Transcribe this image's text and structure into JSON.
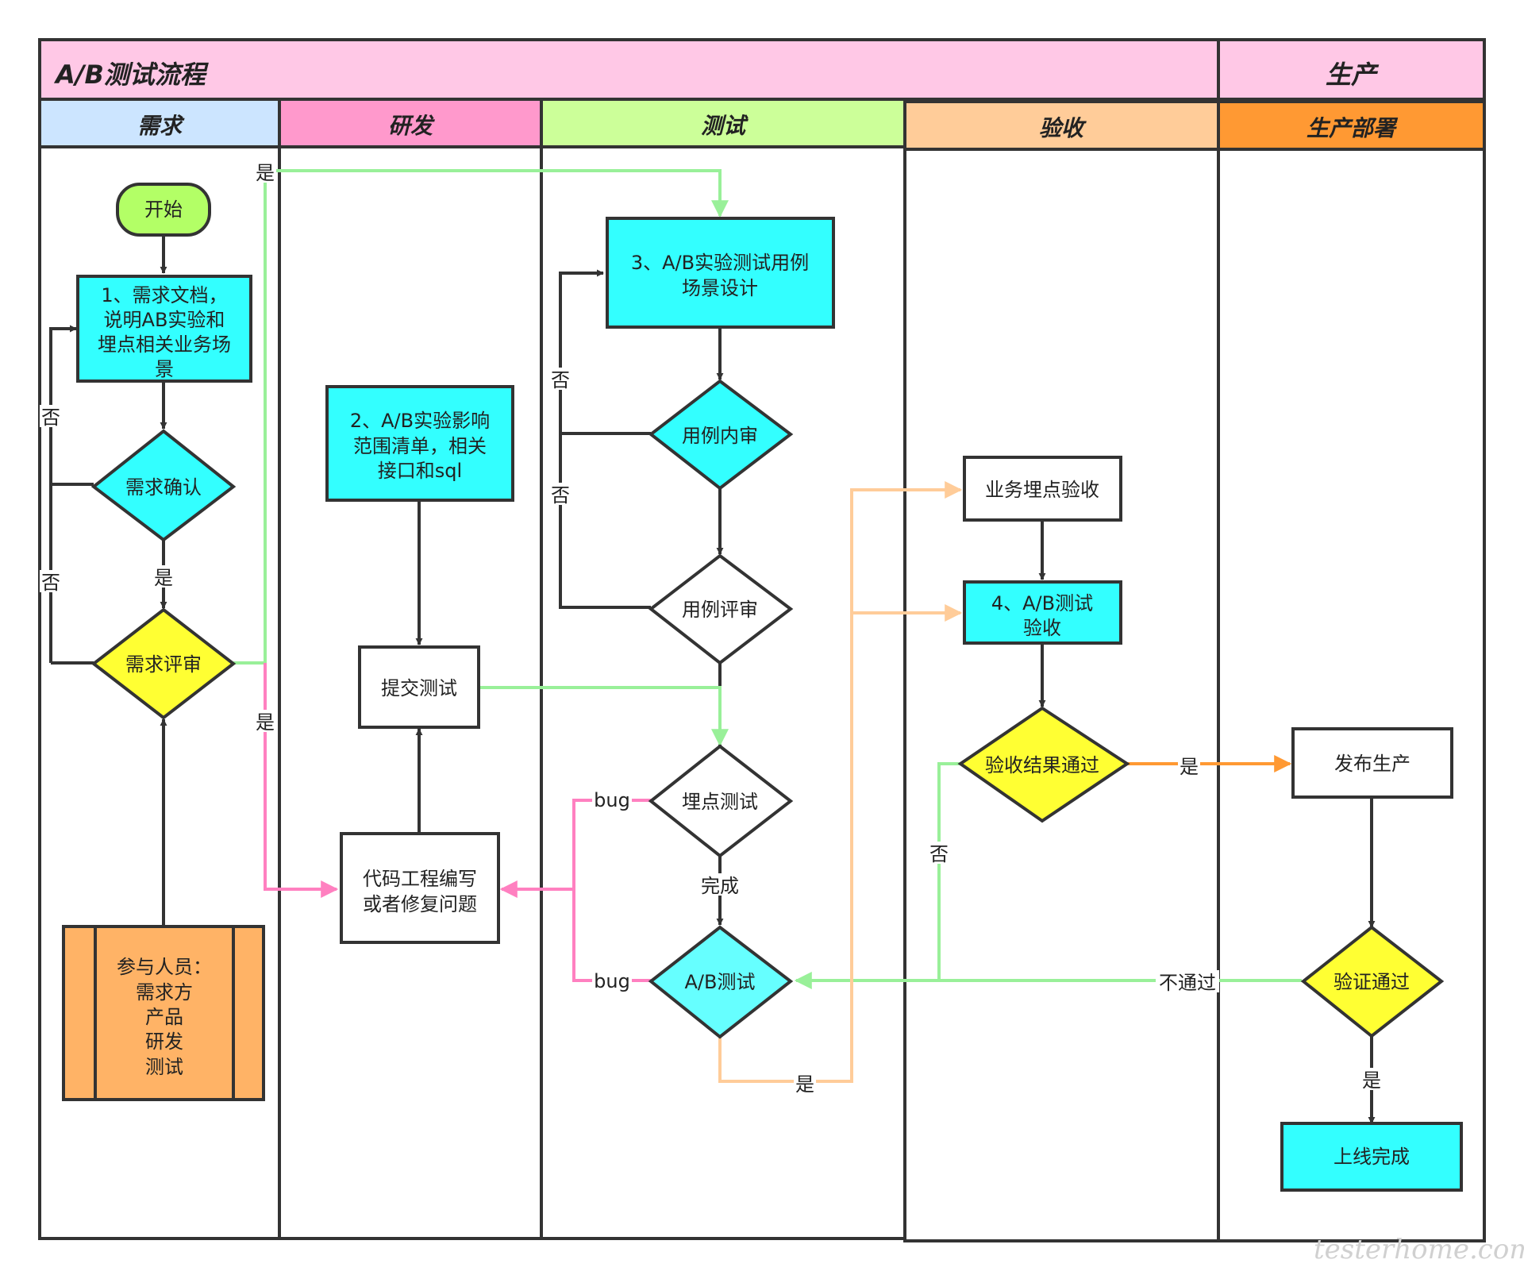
{
  "title": "A/B测试流程",
  "production_header": "生产",
  "lanes": {
    "req": "需求",
    "dev": "研发",
    "test": "测试",
    "accept": "验收",
    "deploy": "生产部署"
  },
  "nodes": {
    "start": "开始",
    "req_doc": [
      "1、需求文档，",
      "说明AB实验和",
      "埋点相关业务场",
      "景"
    ],
    "req_confirm": "需求确认",
    "req_review": "需求评审",
    "participants": [
      "参与人员：",
      "需求方",
      "产品",
      "研发",
      "测试"
    ],
    "dev_scope": [
      "2、A/B实验影响",
      "范围清单，相关",
      "接口和sql"
    ],
    "submit_test": "提交测试",
    "code_fix": [
      "代码工程编写",
      "或者修复问题"
    ],
    "case_design": [
      "3、A/B实验测试用例",
      "场景设计"
    ],
    "case_internal": "用例内审",
    "case_review": "用例评审",
    "tracking_test": "埋点测试",
    "ab_test": "A/B测试",
    "biz_tracking_accept": "业务埋点验收",
    "ab_accept": [
      "4、A/B测试",
      "验收"
    ],
    "accept_pass": "验收结果通过",
    "release": "发布生产",
    "verify_pass": "验证通过",
    "online_done": "上线完成"
  },
  "edges": {
    "yes": "是",
    "no": "否",
    "bug": "bug",
    "done": "完成",
    "not_pass": "不通过"
  },
  "watermark": "testerhome.com",
  "colors": {
    "title_bar": "#ffc8e6",
    "lane_req": "#cce5ff",
    "lane_dev": "#ff99cc",
    "lane_test": "#ccff99",
    "lane_accept": "#ffcc99",
    "lane_deploy": "#ff9933",
    "cyan": "#33ffff",
    "cyan_light": "#66ffff",
    "yellow": "#ffff33",
    "start_green": "#b3ff66",
    "orange_box": "#ffb366",
    "green_edge": "#99f099",
    "pink_edge": "#ff80c0",
    "peach_edge": "#ffcc99",
    "orange_edge": "#ff9933"
  }
}
